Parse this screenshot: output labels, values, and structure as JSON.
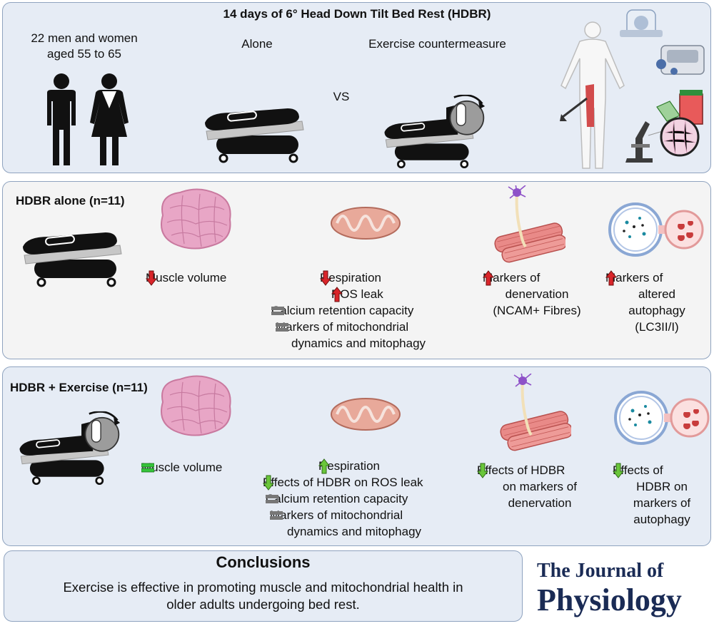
{
  "colors": {
    "panel_blue": "#e6ecf5",
    "panel_grey": "#f4f4f4",
    "border": "#8fa3bf",
    "up_red": "#d9252a",
    "down_green": "#6ac63a",
    "equal_grey": "#777777",
    "equal_green": "#35c43a",
    "journal": "#1a2b55"
  },
  "top": {
    "title": "14 days of 6° Head Down Tilt Bed Rest (HDBR)",
    "participants_line1": "22 men and women",
    "participants_line2": "aged 55 to 65",
    "alone_label": "Alone",
    "vs_label": "VS",
    "exercise_label": "Exercise countermeasure",
    "icons": [
      "man-icon",
      "woman-icon",
      "bed-icon",
      "exercise-bed-icon",
      "human-body-icon",
      "mri-scanner-icon",
      "lab-instrument-icon",
      "western-blot-icon",
      "microscope-icon"
    ]
  },
  "alone": {
    "title": "HDBR alone (n=11)",
    "muscle_volume": "Muscle volume",
    "respiration": "Respiration",
    "ros_leak": "ROS leak",
    "calcium": "Calcium retention capacity",
    "mito_1": "Markers of mitochondrial",
    "mito_2": "dynamics and mitophagy",
    "denerv_1": "Markers of",
    "denerv_2": "denervation",
    "denerv_3": "(NCAM+ Fibres)",
    "auto_1": "Markers of",
    "auto_2": "altered",
    "auto_3": "autophagy",
    "auto_4": "(LC3II/I)"
  },
  "exercise": {
    "title": "HDBR + Exercise (n=11)",
    "muscle_volume": "Muscle volume",
    "respiration": "Respiration",
    "ros_effect": "Effects of HDBR on ROS leak",
    "calcium": "Calcium retention capacity",
    "mito_1": "Markers of mitochondrial",
    "mito_2": "dynamics and mitophagy",
    "denerv_1": "Effects of HDBR",
    "denerv_2": "on markers of",
    "denerv_3": "denervation",
    "auto_1": "Effects of",
    "auto_2": "HDBR on",
    "auto_3": "markers of",
    "auto_4": "autophagy"
  },
  "conclusions": {
    "title": "Conclusions",
    "line1": "Exercise is effective in promoting muscle and mitochondrial health in",
    "line2": "older adults undergoing bed rest."
  },
  "journal": {
    "line1": "The Journal of",
    "line2": "Physiology"
  }
}
